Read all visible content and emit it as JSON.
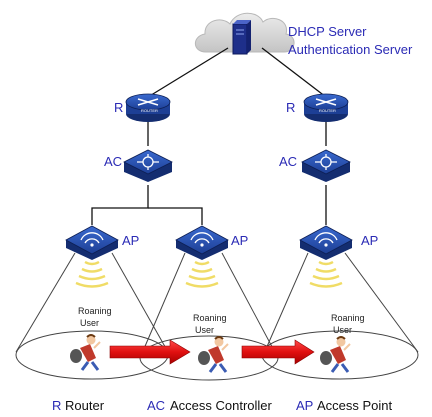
{
  "server": {
    "line1": "DHCP Server",
    "line2": "Authentication Server"
  },
  "devices": {
    "router_label": "R",
    "router_caption": "ROUTER",
    "ac_label": "AC",
    "ap_label": "AP"
  },
  "users": {
    "label_line1": "Roaning",
    "label_line2": "User"
  },
  "legend": {
    "r_key": "R",
    "r_text": "Router",
    "ac_key": "AC",
    "ac_text": "Access Controller",
    "ap_key": "AP",
    "ap_text": "Access Point"
  },
  "colors": {
    "device_blue": "#1f3f8f",
    "label_blue": "#2b2bb5",
    "arrow_red": "#e01a1a",
    "signal_yellow": "#f3e36b",
    "cloud_gray": "#d4d4d4"
  }
}
